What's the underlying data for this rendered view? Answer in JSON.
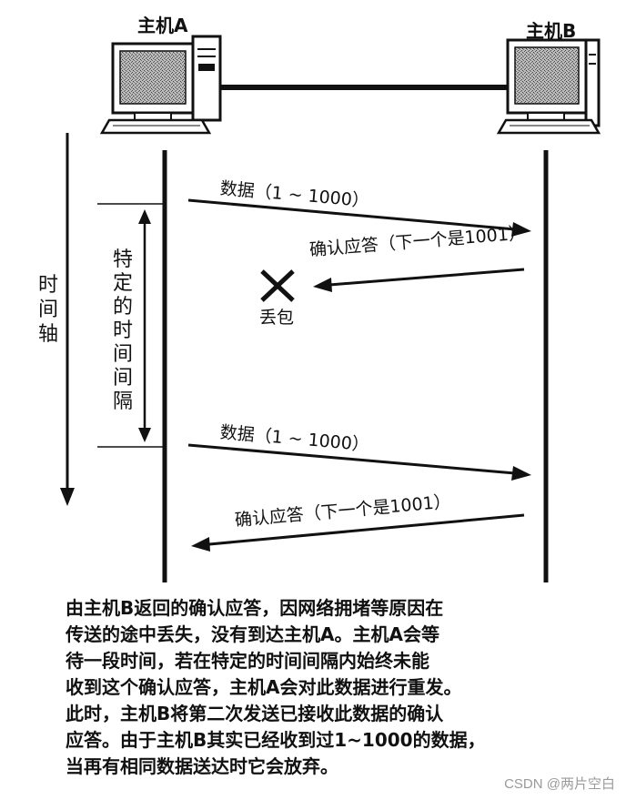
{
  "hosts": {
    "a_label": "主机A",
    "b_label": "主机B"
  },
  "time_axis": {
    "label": "时间轴"
  },
  "interval": {
    "label": "特定的时间间隔"
  },
  "messages": [
    {
      "id": "data-1",
      "text": "数据（1 ~ 1000）",
      "direction": "A→B"
    },
    {
      "id": "ack-1",
      "text": "确认应答（下一个是1001）",
      "direction": "B→A",
      "lost": true
    },
    {
      "id": "data-2",
      "text": "数据（1 ~ 1000）",
      "direction": "A→B"
    },
    {
      "id": "ack-2",
      "text": "确认应答（下一个是1001）",
      "direction": "B→A"
    }
  ],
  "loss": {
    "label": "丢包",
    "icon": "cross-icon"
  },
  "caption_lines": [
    "由主机B返回的确认应答，因网络拥堵等原因在",
    "传送的途中丢失，没有到达主机A。主机A会等",
    "待一段时间，若在特定的时间间隔内始终未能",
    "收到这个确认应答，主机A会对此数据进行重发。",
    "此时，主机B将第二次发送已接收此数据的确认",
    "应答。由于主机B其实已经收到过1~1000的数据，",
    "当再有相同数据送达时它会放弃。"
  ],
  "watermark": "CSDN @两片空白"
}
